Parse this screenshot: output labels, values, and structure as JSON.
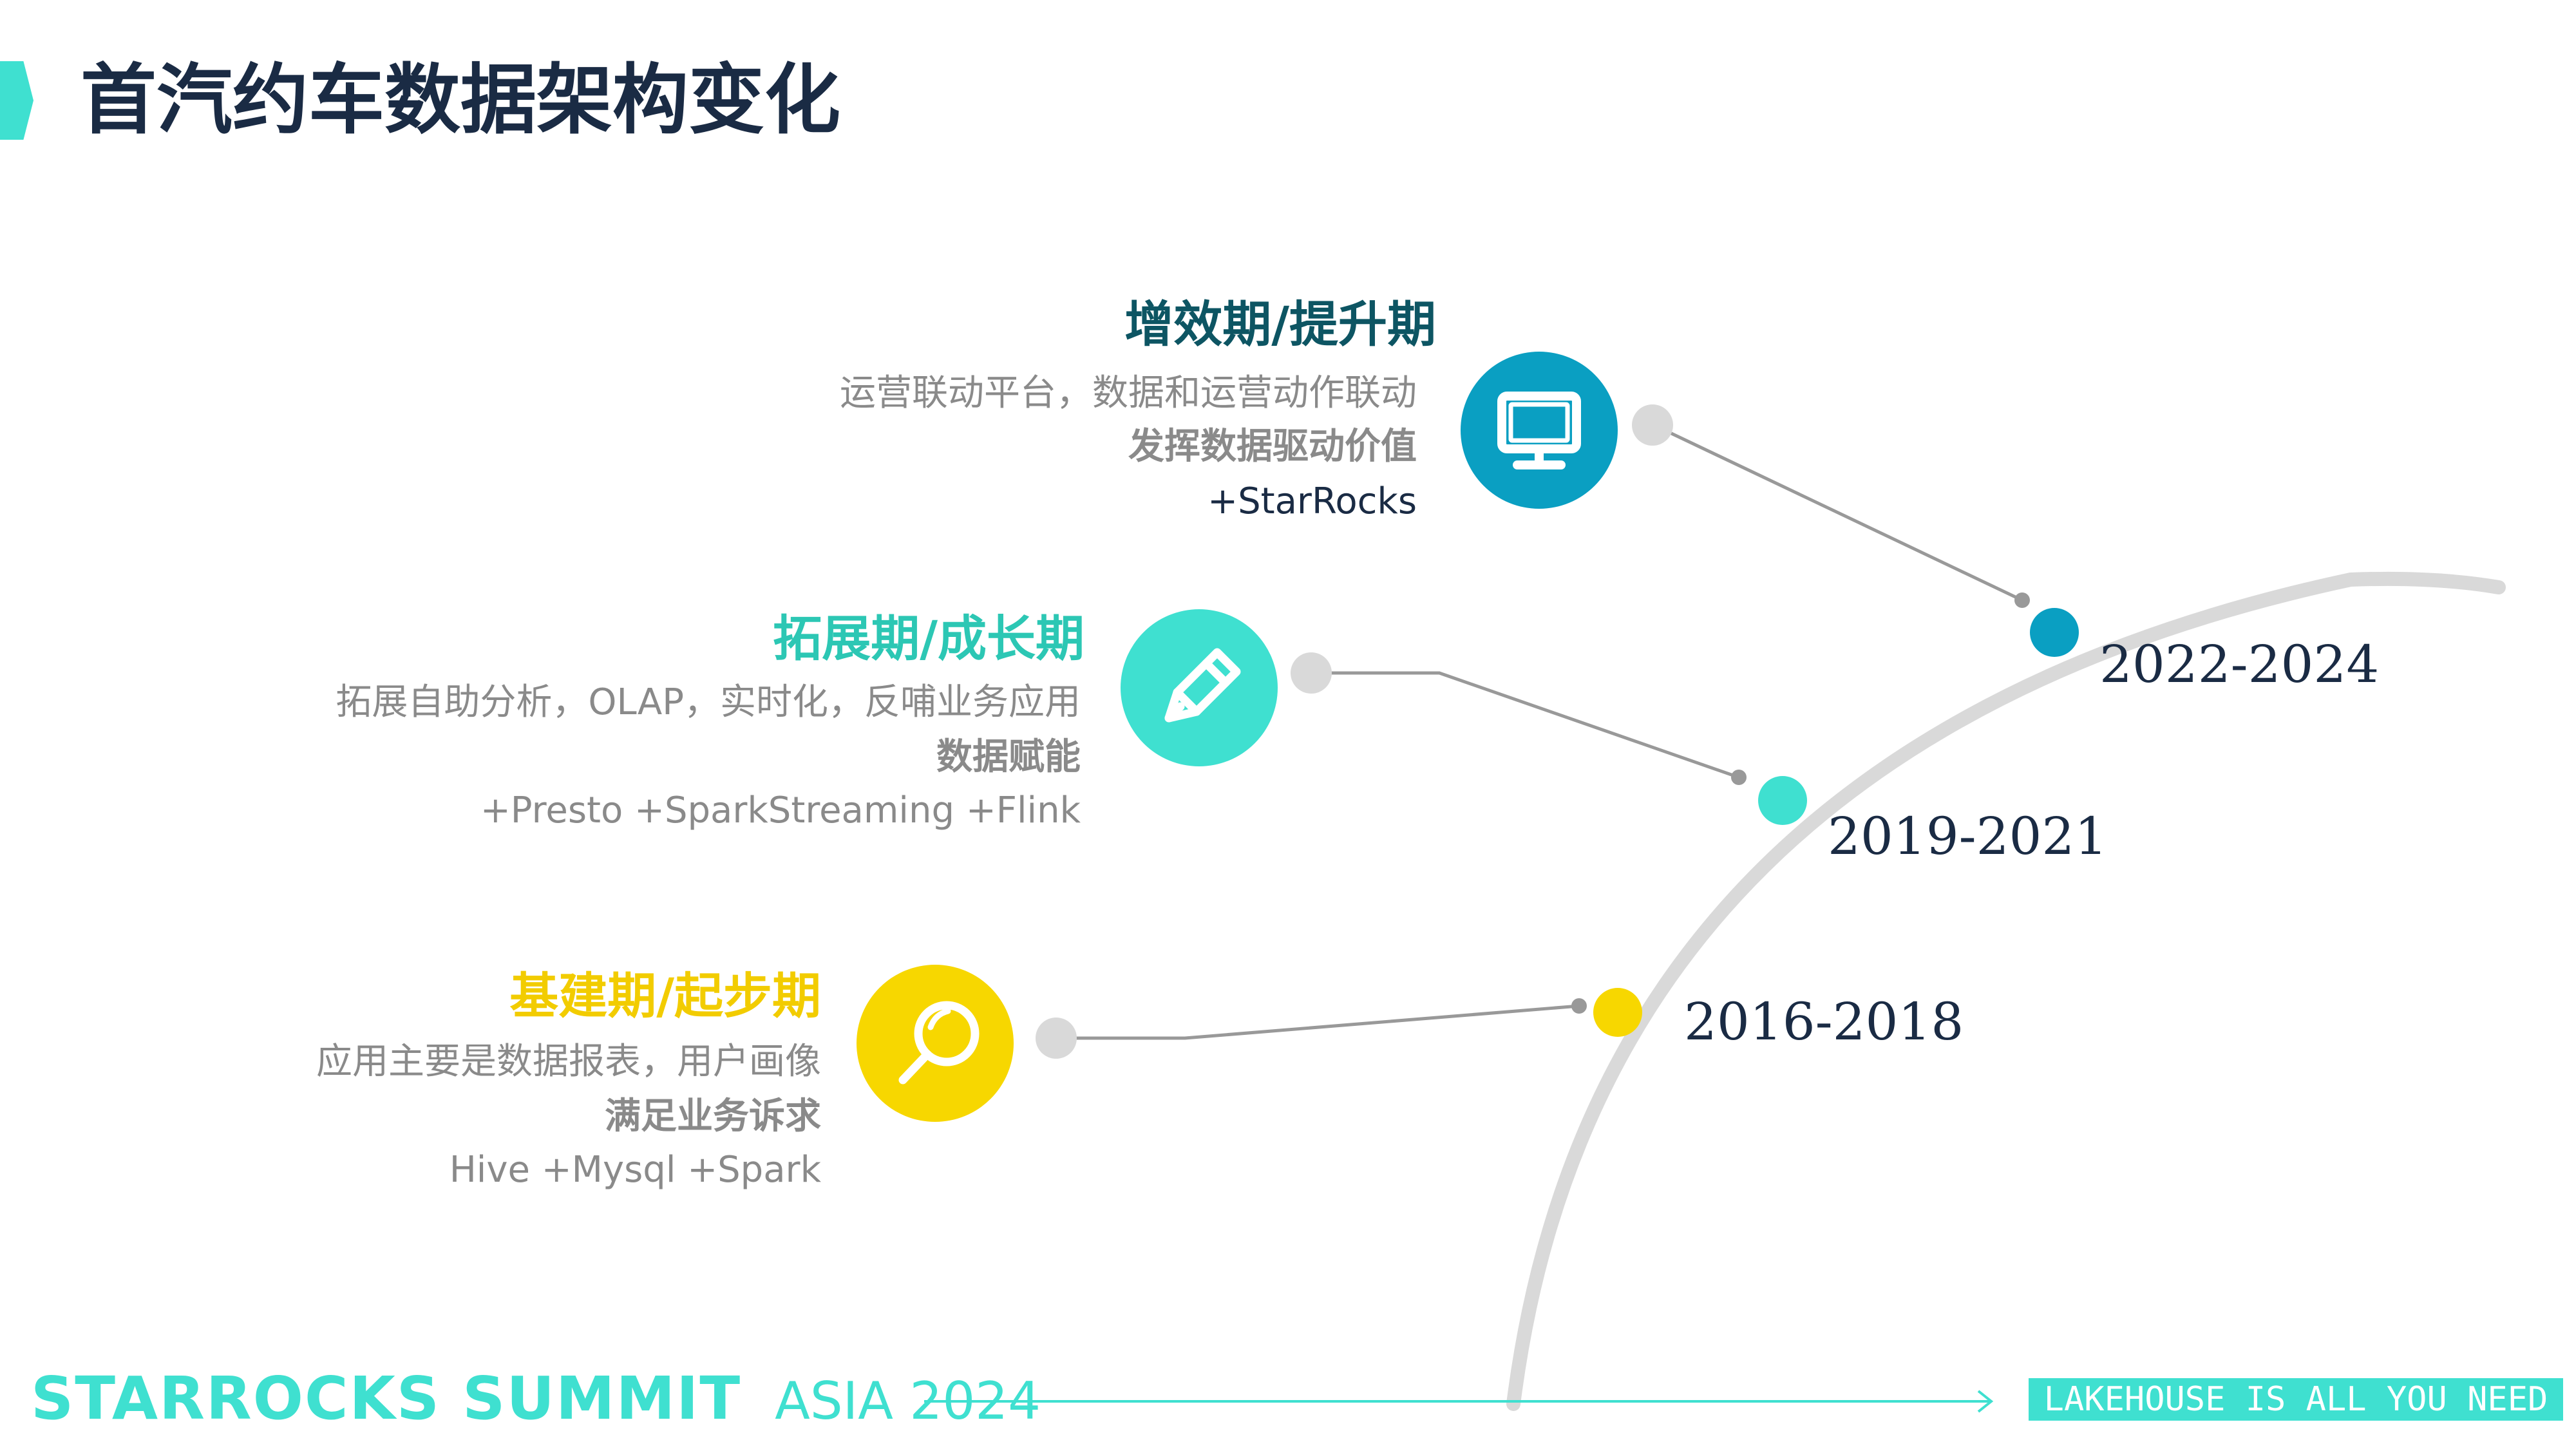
{
  "title": "首汽约车数据架构变化",
  "phases": [
    {
      "title": "增效期/提升期",
      "color": "#0d5563",
      "icon_color": "#0a9fc2",
      "dot_color": "#0a9fc2",
      "icon": "monitor-icon",
      "lines": [
        "运营联动平台，数据和运营动作联动",
        "发挥数据驱动价值",
        "+StarRocks"
      ],
      "year": "2022-2024"
    },
    {
      "title": "拓展期/成长期",
      "color": "#2cc7b4",
      "icon_color": "#3fe0d0",
      "dot_color": "#3fe0d0",
      "icon": "pencil-icon",
      "lines": [
        "拓展自助分析，OLAP，实时化，反哺业务应用",
        "数据赋能",
        "+Presto +SparkStreaming +Flink"
      ],
      "year": "2019-2021"
    },
    {
      "title": "基建期/起步期",
      "color": "#f2cc00",
      "icon_color": "#f7d700",
      "dot_color": "#f7d700",
      "icon": "magnifier-icon",
      "lines": [
        "应用主要是数据报表，用户画像",
        "满足业务诉求",
        "Hive +Mysql +Spark"
      ],
      "year": "2016-2018"
    }
  ],
  "footer": {
    "brand": "STARROCKS SUMMIT",
    "brand_suffix": "ASIA 2024",
    "tagline": "LAKEHOUSE IS ALL YOU NEED",
    "accent": "#3fe0d0"
  }
}
